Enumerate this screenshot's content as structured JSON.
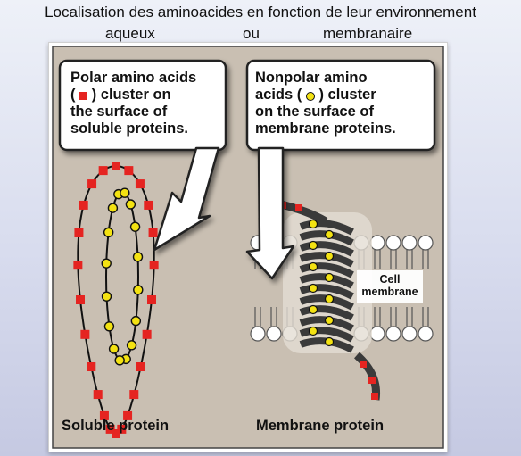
{
  "slide": {
    "title_line1": "Localisation des aminoacides en fonction de leur environnement",
    "title_word_a": "aqueux",
    "title_word_b": "ou",
    "title_word_c": "membranaire"
  },
  "figure": {
    "polar_callout": {
      "line1": "Polar amino acids",
      "line2_before": "(",
      "line2_after": ") cluster on",
      "line3": "the surface of",
      "line4": "soluble proteins."
    },
    "nonpolar_callout": {
      "line1": "Nonpolar amino",
      "line2_before": "acids (",
      "line2_after": ") cluster",
      "line3": "on the surface of",
      "line4": "membrane proteins."
    },
    "cell_membrane_label_line1": "Cell",
    "cell_membrane_label_line2": "membrane",
    "soluble_caption": "Soluble protein",
    "membrane_caption": "Membrane protein",
    "colors": {
      "panel": "#c9bfb2",
      "polar": "#e52421",
      "nonpolar": "#f3e212",
      "helix": "#3a3a3a"
    }
  }
}
